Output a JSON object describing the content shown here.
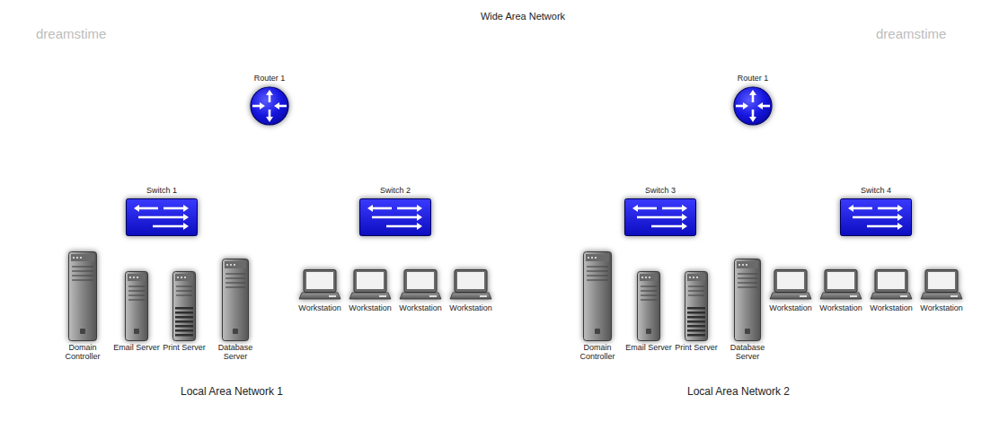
{
  "diagram": {
    "nodes": [
      {
        "text": [
          "Wide Area Network"
        ]
      },
      {
        "text": [
          "Router 1"
        ],
        "in": 0
      },
      {
        "text": [
          "Router 1"
        ],
        "in": 0
      },
      {
        "text": [
          "Local Area Network 1"
        ]
      },
      {
        "text": [
          "Switch 1"
        ],
        "in": 3
      },
      {
        "text": [
          "Switch 2"
        ],
        "in": 3
      },
      {
        "text": [
          "Domain Controller"
        ],
        "in": 3
      },
      {
        "text": [
          "Email Server"
        ],
        "in": 3
      },
      {
        "text": [
          "Print Server"
        ],
        "in": 3
      },
      {
        "text": [
          "Database Server"
        ],
        "in": 3
      },
      {
        "text": [
          "Workstation"
        ],
        "in": 3
      },
      {
        "text": [
          "Workstation"
        ],
        "in": 3
      },
      {
        "text": [
          "Workstation"
        ],
        "in": 3
      },
      {
        "text": [
          "Workstation"
        ],
        "in": 3
      },
      {
        "text": [
          "Local Area Network 2"
        ]
      },
      {
        "text": [
          "Switch 3"
        ],
        "in": 14
      },
      {
        "text": [
          "Switch 4"
        ],
        "in": 14
      },
      {
        "text": [
          "Domain Controller"
        ],
        "in": 14
      },
      {
        "text": [
          "Email Server"
        ],
        "in": 14
      },
      {
        "text": [
          "Print Server"
        ],
        "in": 14
      },
      {
        "text": [
          "Database Server"
        ],
        "in": 14
      },
      {
        "text": [
          "Workstation"
        ],
        "in": 14
      },
      {
        "text": [
          "Workstation"
        ],
        "in": 14
      },
      {
        "text": [
          "Workstation"
        ],
        "in": 14
      },
      {
        "text": [
          "Workstation"
        ],
        "in": 14
      }
    ],
    "edges": [
      {
        "from": 1,
        "to": 2,
        "arrow": "none"
      },
      {
        "from": 1,
        "to": 4,
        "arrow": "none"
      },
      {
        "from": 1,
        "to": 5,
        "arrow": "none"
      },
      {
        "from": 4,
        "to": 6,
        "arrow": "none"
      },
      {
        "from": 4,
        "to": 7,
        "arrow": "none"
      },
      {
        "from": 4,
        "to": 8,
        "arrow": "none"
      },
      {
        "from": 4,
        "to": 9,
        "arrow": "none"
      },
      {
        "from": 5,
        "to": 10,
        "arrow": "none"
      },
      {
        "from": 5,
        "to": 11,
        "arrow": "none"
      },
      {
        "from": 5,
        "to": 12,
        "arrow": "none"
      },
      {
        "from": 5,
        "to": 13,
        "arrow": "none"
      },
      {
        "from": 2,
        "to": 15,
        "arrow": "none"
      },
      {
        "from": 2,
        "to": 16,
        "arrow": "none"
      },
      {
        "from": 15,
        "to": 17,
        "arrow": "none"
      },
      {
        "from": 15,
        "to": 18,
        "arrow": "none"
      },
      {
        "from": 15,
        "to": 19,
        "arrow": "none"
      },
      {
        "from": 15,
        "to": 20,
        "arrow": "none"
      },
      {
        "from": 16,
        "to": 21,
        "arrow": "none"
      },
      {
        "from": 16,
        "to": 22,
        "arrow": "none"
      },
      {
        "from": 16,
        "to": 23,
        "arrow": "none"
      },
      {
        "from": 16,
        "to": 24,
        "arrow": "none"
      }
    ],
    "labels": [
      "dreamstime",
      "dreamstime"
    ]
  }
}
